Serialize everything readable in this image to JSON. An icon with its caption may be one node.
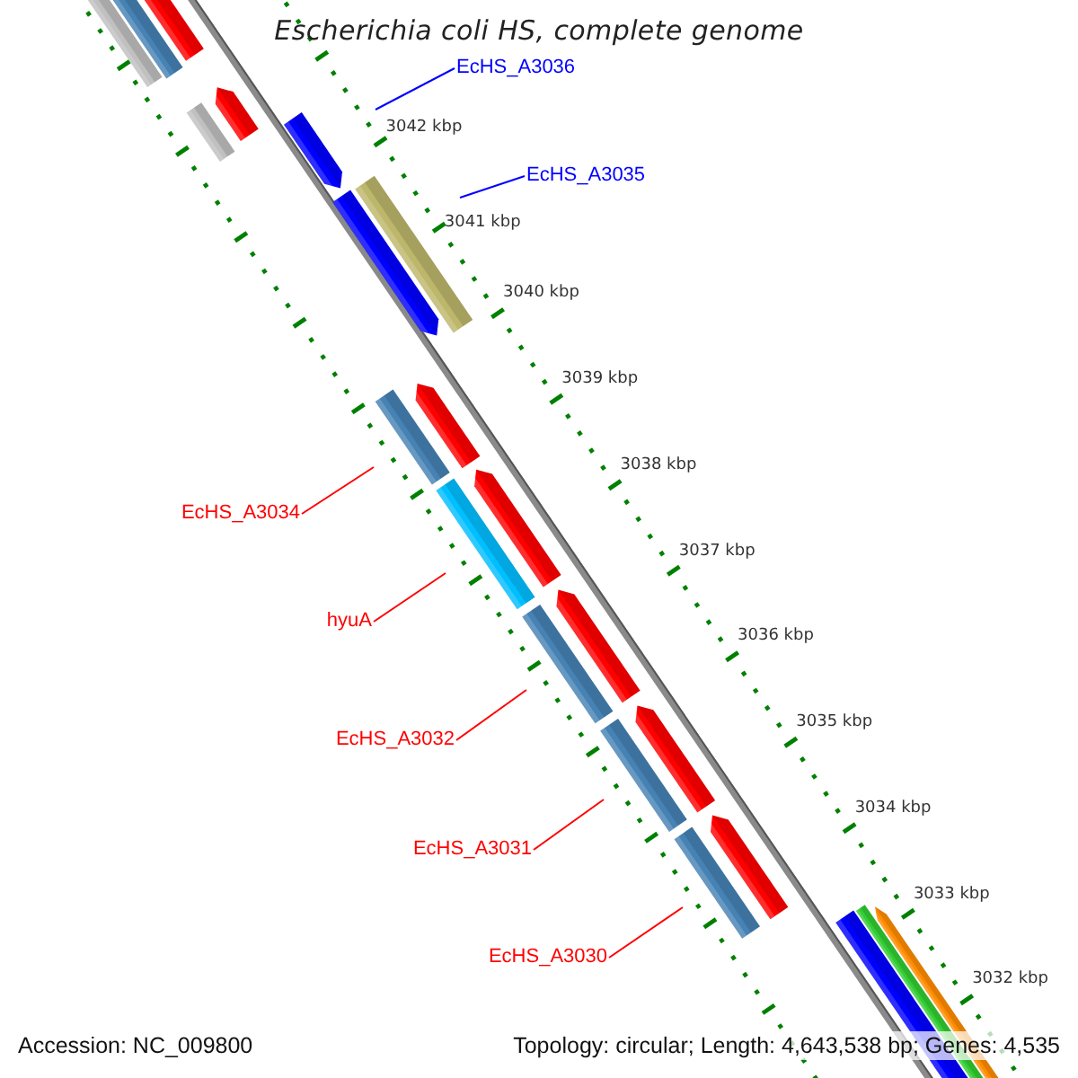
{
  "diagram": {
    "title": "Escherichia coli HS, complete genome",
    "nodes": [
      {
        "text": [
          "EcHS_A3036"
        ]
      },
      {
        "text": [
          "EcHS_A3035"
        ]
      },
      {
        "text": [
          "EcHS_A3034"
        ]
      },
      {
        "text": [
          "hyuA"
        ]
      },
      {
        "text": [
          "EcHS_A3032"
        ]
      },
      {
        "text": [
          "EcHS_A3031"
        ]
      },
      {
        "text": [
          "EcHS_A3030"
        ]
      }
    ],
    "edges": [
      {
        "from": 0,
        "to": null,
        "arrow": "none",
        "color": "#0000ff"
      },
      {
        "from": 1,
        "to": null,
        "arrow": "none",
        "color": "#0000ff"
      },
      {
        "from": 2,
        "to": null,
        "arrow": "none"
      },
      {
        "from": 3,
        "to": null,
        "arrow": "none"
      },
      {
        "from": 4,
        "to": null,
        "arrow": "none"
      },
      {
        "from": 5,
        "to": null,
        "arrow": "none"
      },
      {
        "from": 6,
        "to": null,
        "arrow": "none"
      }
    ],
    "labels": [
      "3042 kbp",
      "3041 kbp",
      "3040 kbp",
      "3039 kbp",
      "3038 kbp",
      "3037 kbp",
      "3036 kbp",
      "3035 kbp",
      "3034 kbp",
      "3033 kbp",
      "3032 kbp",
      "Accession: NC_009800",
      "Topology: circular; Length: 4,643,538 bp; Genes: 4,535"
    ]
  }
}
